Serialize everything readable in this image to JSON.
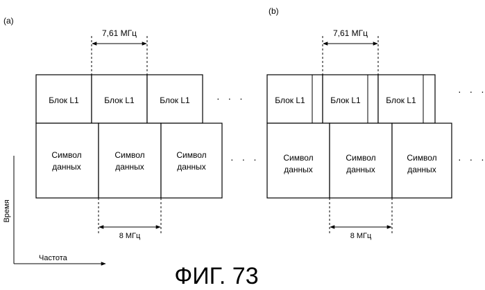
{
  "panel_a": {
    "label": "(a)",
    "top_dimension": "7,61 МГц",
    "bottom_dimension": "8 МГц",
    "l1_blocks": [
      "Блок L1",
      "Блок L1",
      "Блок L1"
    ],
    "data_symbols": [
      {
        "line1": "Символ",
        "line2": "данных"
      },
      {
        "line1": "Символ",
        "line2": "данных"
      },
      {
        "line1": "Символ",
        "line2": "данных"
      }
    ],
    "ellipsis_top": "· · ·",
    "ellipsis_bottom": "· · ·"
  },
  "panel_b": {
    "label": "(b)",
    "top_dimension": "7,61 МГц",
    "bottom_dimension": "8 МГц",
    "l1_blocks": [
      "Блок L1",
      "Блок L1",
      "Блок L1"
    ],
    "data_symbols": [
      {
        "line1": "Символ",
        "line2": "данных"
      },
      {
        "line1": "Символ",
        "line2": "данных"
      },
      {
        "line1": "Символ",
        "line2": "данных"
      }
    ],
    "ellipsis_top": "· · ·",
    "ellipsis_bottom": "· · ·"
  },
  "axes": {
    "time_label": "Время",
    "frequency_label": "Частота"
  },
  "figure_caption": "ФИГ. 73"
}
